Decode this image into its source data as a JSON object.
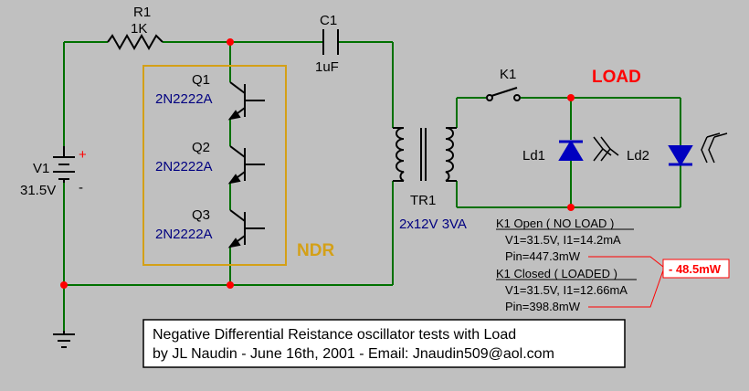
{
  "components": {
    "r1": {
      "name": "R1",
      "value": "1K"
    },
    "c1": {
      "name": "C1",
      "value": "1uF"
    },
    "v1": {
      "name": "V1",
      "value": "31.5V",
      "plus": "+",
      "minus": "-"
    },
    "q1": {
      "name": "Q1",
      "part": "2N2222A"
    },
    "q2": {
      "name": "Q2",
      "part": "2N2222A"
    },
    "q3": {
      "name": "Q3",
      "part": "2N2222A"
    },
    "ndr": "NDR",
    "k1": "K1",
    "load": "LOAD",
    "ld1": "Ld1",
    "ld2": "Ld2",
    "tr1": {
      "name": "TR1",
      "value": "2x12V 3VA"
    }
  },
  "measurements": {
    "open": {
      "heading": "K1 Open ( NO LOAD )",
      "line1": "V1=31.5V, I1=14.2mA",
      "line2": "Pin=447.3mW"
    },
    "closed": {
      "heading": "K1 Closed ( LOADED )",
      "line1": "V1=31.5V, I1=12.66mA",
      "line2": "Pin=398.8mW"
    },
    "delta": "- 48.5mW"
  },
  "caption": {
    "line1": "Negative Differential Reistance oscillator  tests with Load",
    "line2": "by JL Naudin - June 16th, 2001 - Email: Jnaudin509@aol.com"
  },
  "colors": {
    "background": "#c0c0c0",
    "wire": "#007000",
    "components": "#000000",
    "node": "#ff0000",
    "led": "#0000c0",
    "ndr_box": "#d4a017",
    "load_text": "#ff0000"
  }
}
